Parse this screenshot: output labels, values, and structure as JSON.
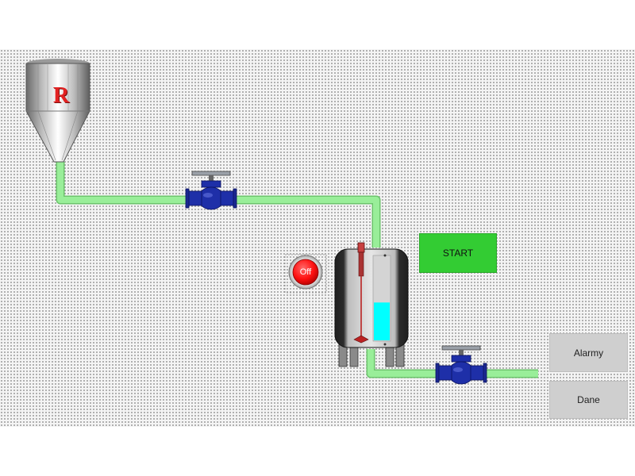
{
  "hmi": {
    "start_label": "START",
    "off_label": "Off",
    "alarms_label": "Alarmy",
    "data_label": "Dane",
    "hopper_letter": "R"
  },
  "state": {
    "tank_level": 0.45,
    "pump_state": "off"
  },
  "colors": {
    "pipe": "#99ee99",
    "pipe_edge": "#6cc46c",
    "valve": "#1e2fa8",
    "start_button": "#33cc33",
    "off_indicator": "#ff0000",
    "tank_level": "#00ffff",
    "panel_button": "#cfcfcf"
  },
  "icons": {
    "hopper": "silo-hopper-icon",
    "valve": "gate-valve-icon",
    "tank": "mixing-tank-icon",
    "mixer": "agitator-icon"
  }
}
